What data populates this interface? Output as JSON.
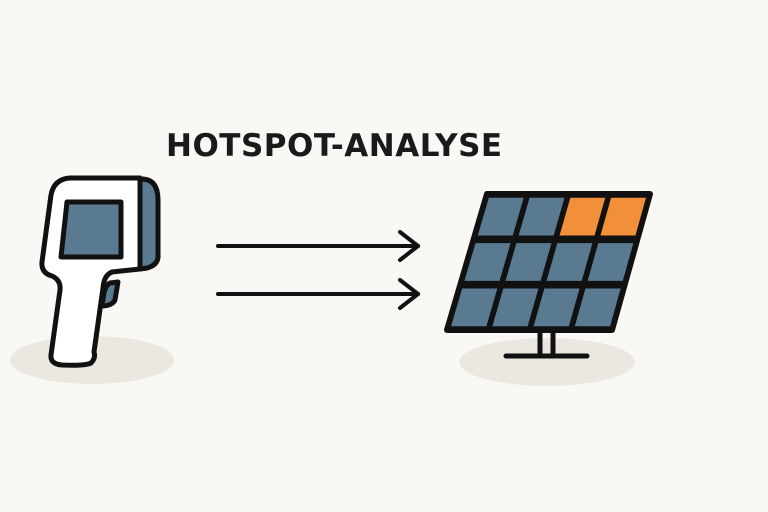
{
  "title": "HOTSPOT-ANALYSE",
  "icons": [
    "thermal-camera-icon",
    "arrow-right-icon",
    "arrow-right-icon",
    "solar-panel-icon"
  ],
  "solar_panel": {
    "rows": 3,
    "cols": 4,
    "hotspot_cells": [
      [
        0,
        2
      ],
      [
        0,
        3
      ]
    ]
  },
  "colors": {
    "background": "#f9f8f5",
    "outline": "#111111",
    "cell": "#5a7a92",
    "hotspot": "#f28f3b",
    "shadow": "#ebe8e0",
    "device_body": "#ffffff"
  }
}
